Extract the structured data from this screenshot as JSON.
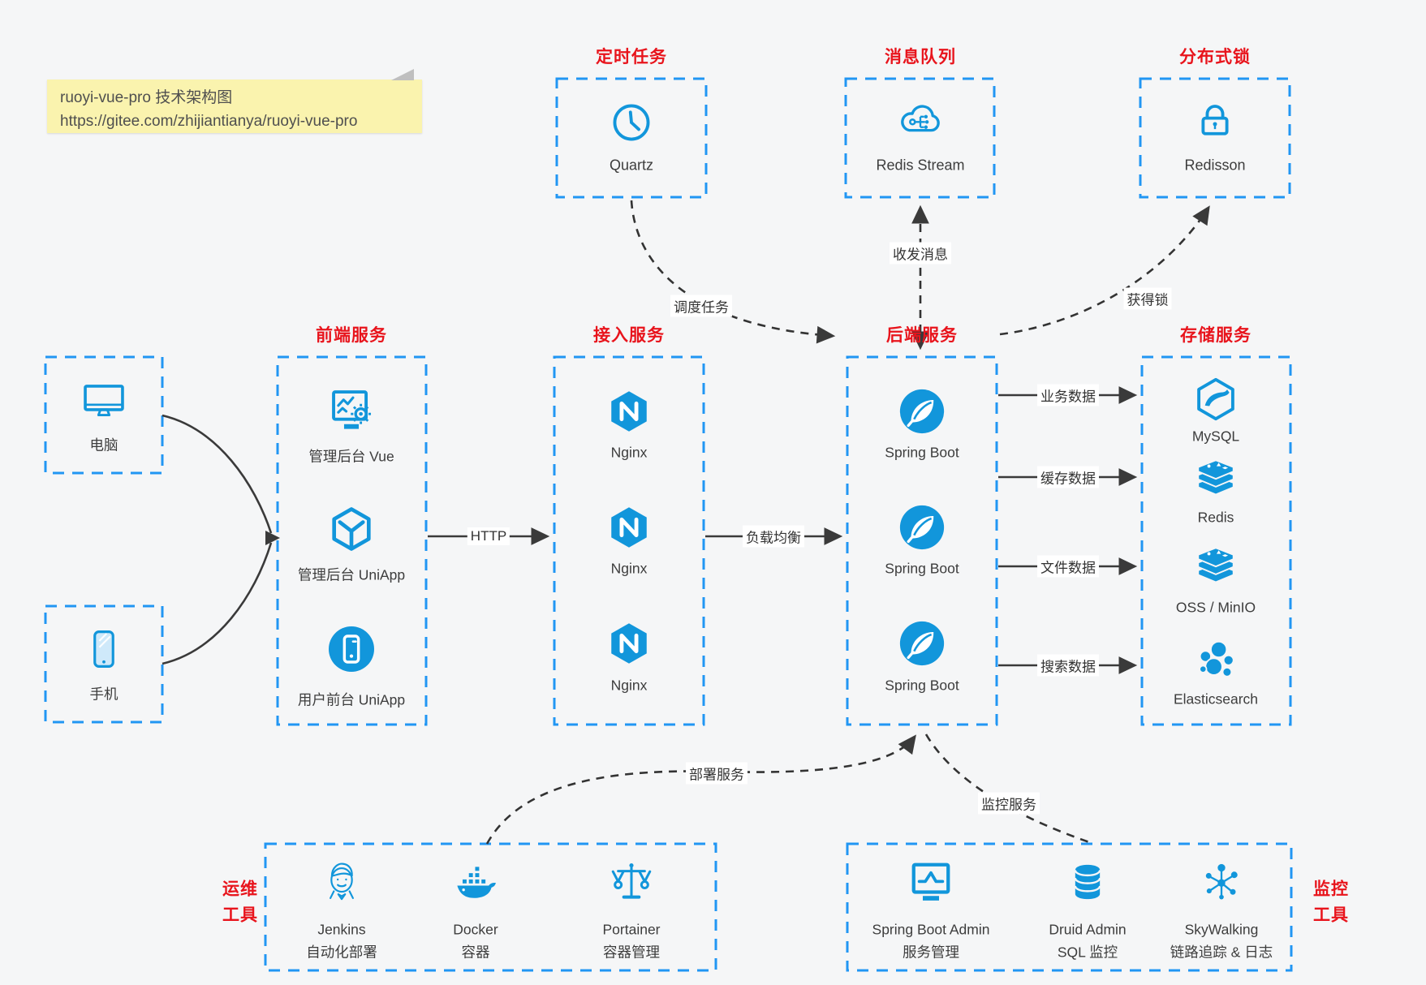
{
  "note": {
    "line1": "ruoyi-vue-pro 技术架构图",
    "line2": "https://gitee.com/zhijiantianya/ruoyi-vue-pro"
  },
  "colors": {
    "icon_blue": "#1296db",
    "border_blue": "#2196f3",
    "title_red": "#e8141c",
    "arrow_dark": "#3a3a3a",
    "note_bg": "#faf3ae",
    "background": "#f5f6f7"
  },
  "sections": {
    "scheduled_task": {
      "title": "定时任务",
      "node": {
        "label": "Quartz",
        "icon": "clock-icon"
      }
    },
    "message_queue": {
      "title": "消息队列",
      "node": {
        "label": "Redis Stream",
        "icon": "cloud-network-icon"
      }
    },
    "distributed_lock": {
      "title": "分布式锁",
      "node": {
        "label": "Redisson",
        "icon": "lock-icon"
      }
    },
    "clients": {
      "computer": "电脑",
      "phone": "手机"
    },
    "frontend": {
      "title": "前端服务",
      "items": [
        {
          "label": "管理后台 Vue",
          "icon": "admin-vue-icon"
        },
        {
          "label": "管理后台 UniApp",
          "icon": "uniapp-cube-icon"
        },
        {
          "label": "用户前台 UniApp",
          "icon": "user-uniapp-icon"
        }
      ]
    },
    "gateway": {
      "title": "接入服务",
      "items": [
        {
          "label": "Nginx"
        },
        {
          "label": "Nginx"
        },
        {
          "label": "Nginx"
        }
      ]
    },
    "backend": {
      "title": "后端服务",
      "items": [
        {
          "label": "Spring Boot"
        },
        {
          "label": "Spring Boot"
        },
        {
          "label": "Spring Boot"
        }
      ]
    },
    "storage": {
      "title": "存储服务",
      "items": [
        {
          "label": "MySQL"
        },
        {
          "label": "Redis"
        },
        {
          "label": "OSS / MinIO"
        },
        {
          "label": "Elasticsearch"
        }
      ]
    },
    "ops_tools": {
      "title_line1": "运维",
      "title_line2": "工具",
      "items": [
        {
          "name": "Jenkins",
          "desc": "自动化部署"
        },
        {
          "name": "Docker",
          "desc": "容器"
        },
        {
          "name": "Portainer",
          "desc": "容器管理"
        }
      ]
    },
    "monitor_tools": {
      "title_line1": "监控",
      "title_line2": "工具",
      "items": [
        {
          "name": "Spring Boot Admin",
          "desc": "服务管理"
        },
        {
          "name": "Druid Admin",
          "desc": "SQL 监控"
        },
        {
          "name": "SkyWalking",
          "desc": "链路追踪 & 日志"
        }
      ]
    }
  },
  "edges": {
    "http": "HTTP",
    "load_balance": "负载均衡",
    "schedule_task": "调度任务",
    "send_receive_message": "收发消息",
    "acquire_lock": "获得锁",
    "business_data": "业务数据",
    "cache_data": "缓存数据",
    "file_data": "文件数据",
    "search_data": "搜索数据",
    "deploy_service": "部署服务",
    "monitor_service": "监控服务"
  }
}
